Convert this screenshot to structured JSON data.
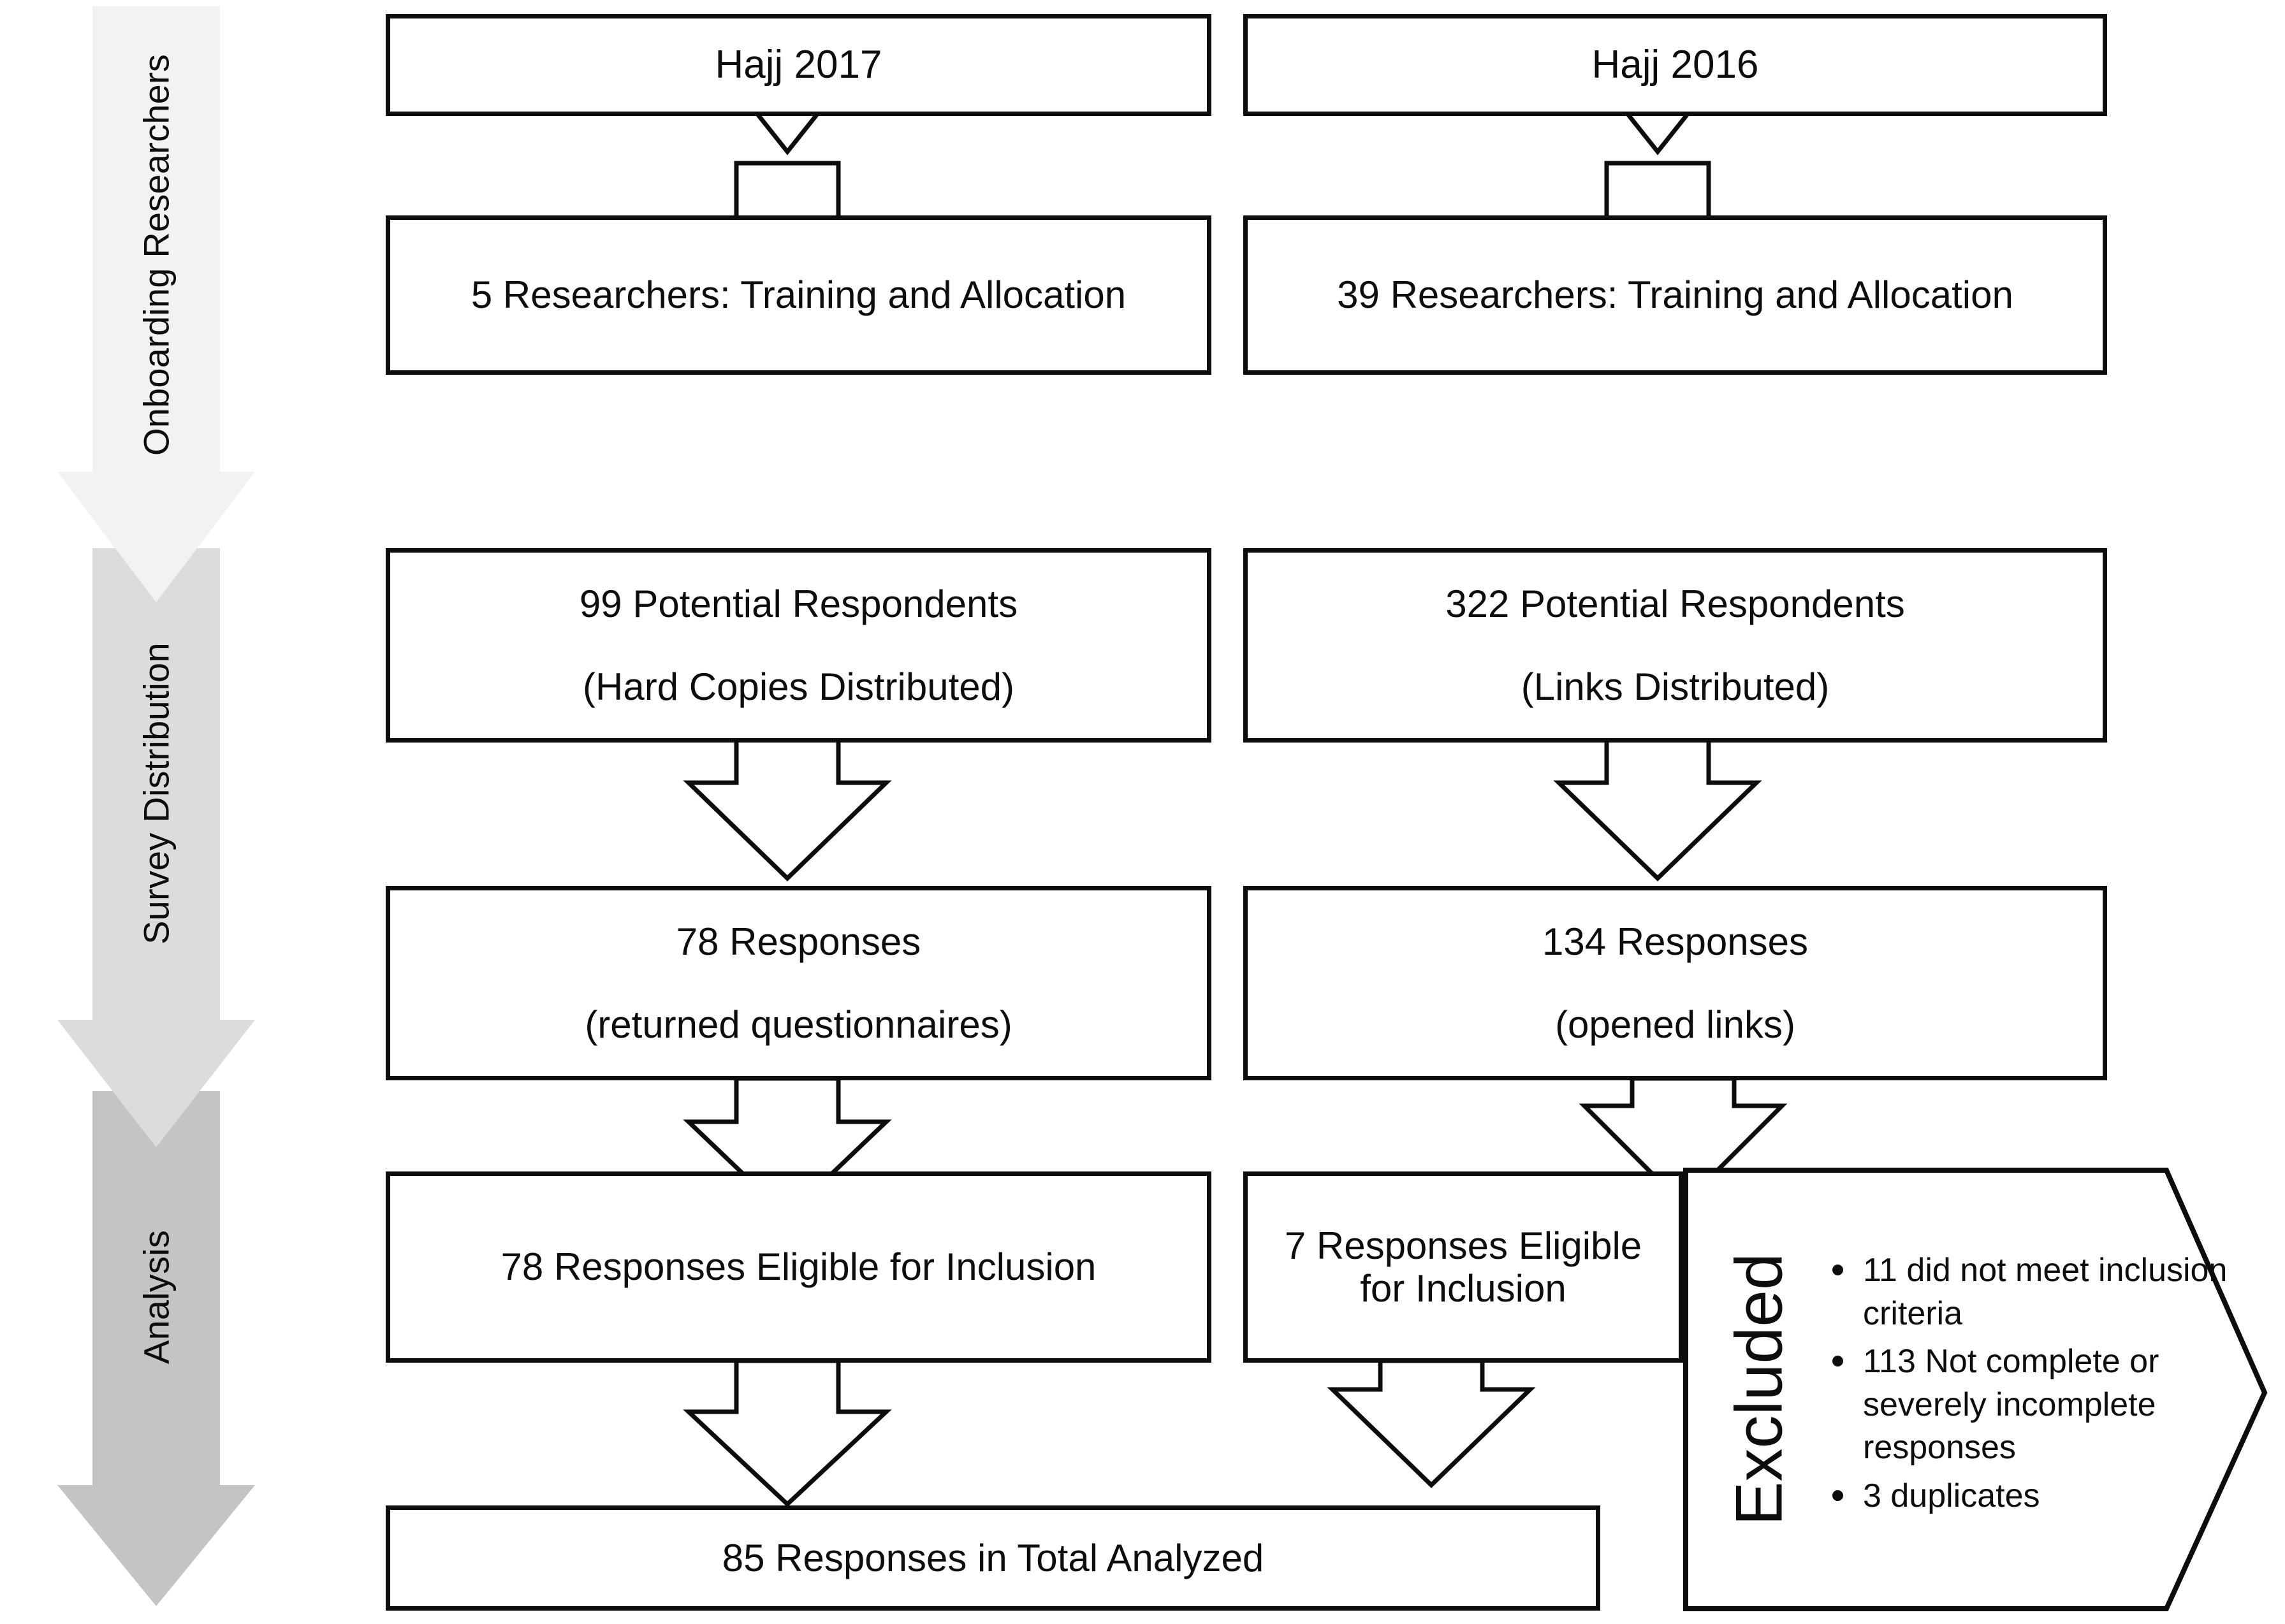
{
  "diagram": {
    "title": "Survey response flow diagram (Hajj 2017 / Hajj 2016)",
    "type": "flowchart"
  },
  "phases": [
    {
      "id": "onboarding",
      "label": "Onboarding Researchers",
      "fill": "#f2f2f2"
    },
    {
      "id": "distribution",
      "label": "Survey Distribution",
      "fill": "#dcdcdc"
    },
    {
      "id": "analysis",
      "label": "Analysis",
      "fill": "#c4c4c4"
    }
  ],
  "columns": {
    "left": {
      "header": "Hajj 2017"
    },
    "right": {
      "header": "Hajj 2016"
    }
  },
  "nodes": {
    "left_header": {
      "line1": "Hajj 2017"
    },
    "right_header": {
      "line1": "Hajj 2016"
    },
    "left_researchers": {
      "line1": "5 Researchers: Training and Allocation"
    },
    "right_researchers": {
      "line1": "39 Researchers: Training and Allocation"
    },
    "left_potential": {
      "line1": "99 Potential Respondents",
      "line2": "(Hard Copies Distributed)"
    },
    "right_potential": {
      "line1": "322 Potential Respondents",
      "line2": "(Links Distributed)"
    },
    "left_responses": {
      "line1": "78 Responses",
      "line2": "(returned questionnaires)"
    },
    "right_responses": {
      "line1": "134 Responses",
      "line2": "(opened links)"
    },
    "left_eligible": {
      "line1": "78 Responses Eligible for Inclusion"
    },
    "right_eligible": {
      "line1": "7 Responses Eligible",
      "line2": "for Inclusion"
    },
    "total": {
      "line1": "85 Responses in Total Analyzed"
    }
  },
  "excluded": {
    "heading": "Excluded",
    "items": [
      "11 did not meet inclusion criteria",
      "113 Not complete or severely incomplete responses",
      "3 duplicates"
    ]
  },
  "colors": {
    "stroke": "#0d0d0d",
    "fill": "#ffffff",
    "phase_light": "#f2f2f2",
    "phase_mid": "#dcdcdc",
    "phase_dark": "#c4c4c4"
  },
  "chart_data": {
    "type": "table",
    "title": "Hajj survey participation funnel",
    "categories": [
      "Researchers",
      "Potential Respondents",
      "Responses",
      "Responses Eligible for Inclusion"
    ],
    "series": [
      {
        "name": "Hajj 2017",
        "values": [
          5,
          99,
          78,
          78
        ]
      },
      {
        "name": "Hajj 2016",
        "values": [
          39,
          322,
          134,
          7
        ]
      }
    ],
    "total_analyzed": 85,
    "excluded_breakdown": [
      {
        "label": "did not meet inclusion criteria",
        "value": 11
      },
      {
        "label": "Not complete or severely incomplete responses",
        "value": 113
      },
      {
        "label": "duplicates",
        "value": 3
      }
    ]
  }
}
